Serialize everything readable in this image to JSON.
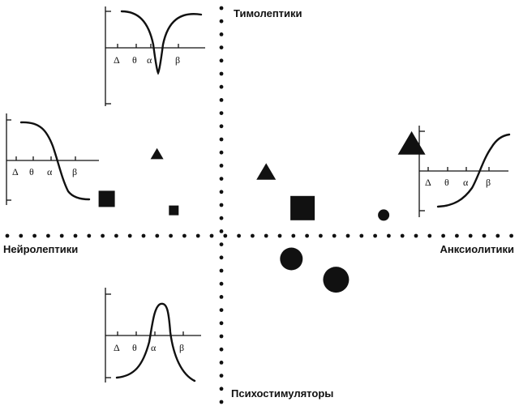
{
  "axes": {
    "top": "Тимолептики",
    "left": "Нейролептики",
    "right": "Анксиолитики",
    "bottom": "Психостимуляторы"
  },
  "band_labels": [
    "Δ",
    "θ",
    "α",
    "β"
  ],
  "insets": [
    {
      "id": "top",
      "shape": "dip"
    },
    {
      "id": "left",
      "shape": "sigmoid-down"
    },
    {
      "id": "right",
      "shape": "sigmoid-up"
    },
    {
      "id": "bottom",
      "shape": "peak"
    }
  ],
  "markers": [
    {
      "shape": "triangle",
      "size": "small",
      "x": -0.23,
      "y": 0.35
    },
    {
      "shape": "square",
      "size": "medium",
      "x": -0.41,
      "y": 0.16
    },
    {
      "shape": "square",
      "size": "small",
      "x": -0.17,
      "y": 0.11
    },
    {
      "shape": "triangle",
      "size": "medium",
      "x": 0.16,
      "y": 0.27
    },
    {
      "shape": "triangle",
      "size": "large",
      "x": 0.68,
      "y": 0.39
    },
    {
      "shape": "square",
      "size": "large",
      "x": 0.29,
      "y": 0.12
    },
    {
      "shape": "circle",
      "size": "small",
      "x": 0.58,
      "y": 0.09
    },
    {
      "shape": "circle",
      "size": "medium",
      "x": 0.25,
      "y": -0.1
    },
    {
      "shape": "circle",
      "size": "large",
      "x": 0.41,
      "y": -0.19
    }
  ]
}
